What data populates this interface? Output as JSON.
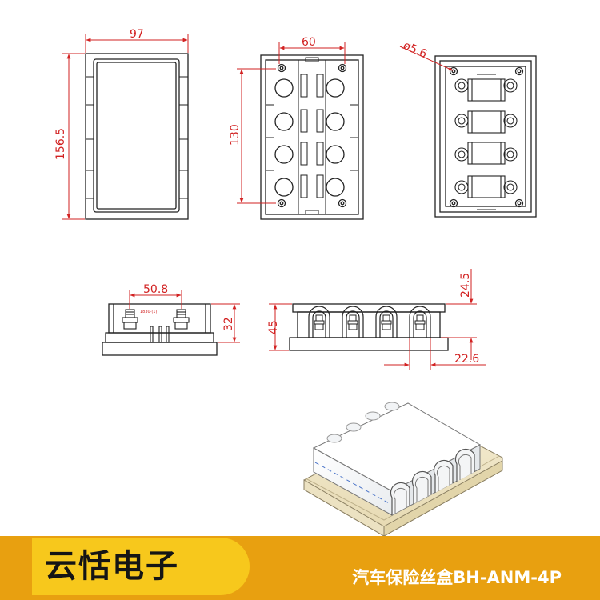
{
  "dimensions": {
    "top_width": "97",
    "top_height": "156.5",
    "hole_spacing_x": "60",
    "hole_spacing_y": "130",
    "hole_diameter": "ø5.6",
    "stud_spacing": "50.8",
    "side_height": "32",
    "front_height": "45",
    "terminal_height": "24.5",
    "terminal_pitch": "22.6"
  },
  "label_on_part": "1830·(1)",
  "footer": {
    "brand": "云恬电子",
    "product": "汽车保险丝盒BH-ANM-4P"
  },
  "colors": {
    "dimension": "#d22222",
    "outline": "#222222",
    "footer_bar": "#e8a010",
    "brand_badge": "#f7c81c"
  }
}
